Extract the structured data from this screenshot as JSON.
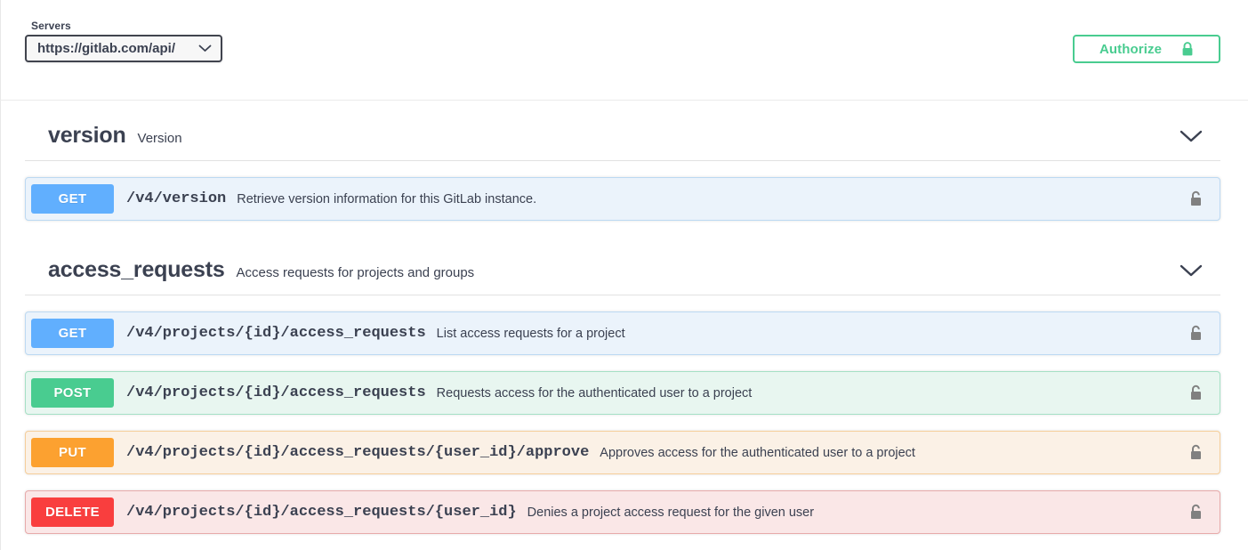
{
  "scheme_bar": {
    "servers_label": "Servers",
    "server_value": "https://gitlab.com/api/",
    "server_caret_icon": "chevron-down-icon",
    "authorize_label": "Authorize",
    "authorize_icon": "lock-closed-icon"
  },
  "colors": {
    "get": "#61affe",
    "post": "#49cc90",
    "put": "#fca130",
    "delete": "#f93e3e",
    "authorize_green": "#49cc90",
    "text": "#3b4151",
    "lock_gray": "#808080"
  },
  "sections": [
    {
      "name": "version",
      "description": "Version",
      "expand_icon": "chevron-down-icon",
      "operations": [
        {
          "method": "GET",
          "method_class": "get",
          "path": "/v4/version",
          "summary": "Retrieve version information for this GitLab instance.",
          "lock_icon": "lock-open-icon"
        }
      ]
    },
    {
      "name": "access_requests",
      "description": "Access requests for projects and groups",
      "expand_icon": "chevron-down-icon",
      "operations": [
        {
          "method": "GET",
          "method_class": "get",
          "path": "/v4/projects/{id}/access_requests",
          "summary": "List access requests for a project",
          "lock_icon": "lock-open-icon"
        },
        {
          "method": "POST",
          "method_class": "post",
          "path": "/v4/projects/{id}/access_requests",
          "summary": "Requests access for the authenticated user to a project",
          "lock_icon": "lock-open-icon"
        },
        {
          "method": "PUT",
          "method_class": "put",
          "path": "/v4/projects/{id}/access_requests/{user_id}/approve",
          "summary": "Approves access for the authenticated user to a project",
          "lock_icon": "lock-open-icon"
        },
        {
          "method": "DELETE",
          "method_class": "delete",
          "path": "/v4/projects/{id}/access_requests/{user_id}",
          "summary": "Denies a project access request for the given user",
          "lock_icon": "lock-open-icon"
        }
      ]
    }
  ]
}
